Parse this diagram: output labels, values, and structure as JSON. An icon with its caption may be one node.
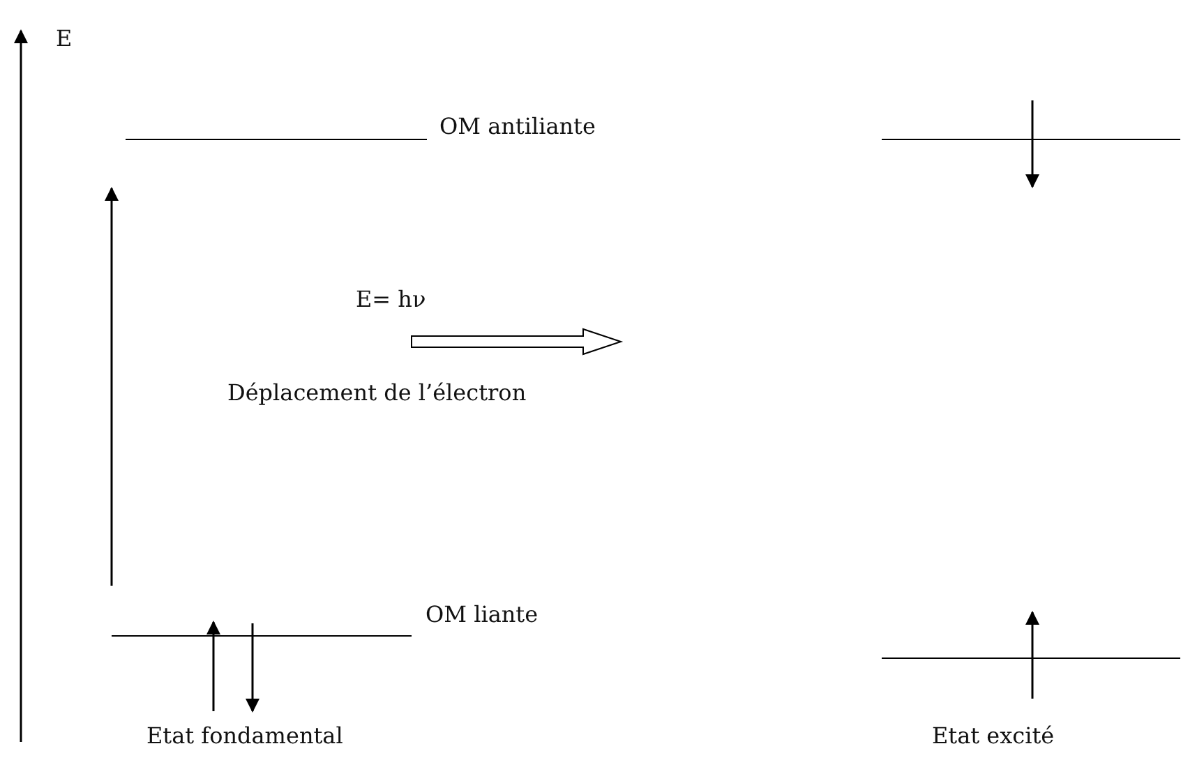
{
  "diagram": {
    "labels": [
      "E",
      "OM antiliante",
      "E= hν",
      "Déplacement de l’électron",
      "OM liante",
      "Etat fondamental",
      "Etat excité"
    ]
  }
}
